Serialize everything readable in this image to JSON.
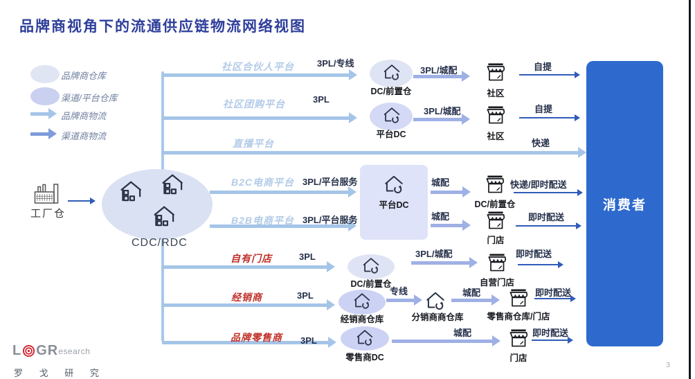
{
  "title": "品牌商视角下的流通供应链物流网络视图",
  "page_number": "3",
  "colors": {
    "title": "#2e3e9a",
    "brand_logistics_arrow": "#a5c5e8",
    "channel_logistics_arrow": "#7f9cdb",
    "direct_arrow": "#2f5cb8",
    "platform_label": "#b3cbe8",
    "store_channel_label": "#c03028",
    "consumer_bg": "#2e6ace",
    "brand_warehouse_fill": "#dfe5f2",
    "channel_warehouse_fill": "#c9d0f0"
  },
  "legend": {
    "items": [
      {
        "swatch": "brand-warehouse-ellipse",
        "label": "品牌商仓库"
      },
      {
        "swatch": "channel-warehouse-ellipse",
        "label": "渠道/平台仓库"
      },
      {
        "swatch": "brand-logistics-arrow",
        "label": "品牌商物流"
      },
      {
        "swatch": "channel-logistics-arrow",
        "label": "渠道商物流"
      }
    ]
  },
  "factory": {
    "label": "工厂仓"
  },
  "cdc": {
    "label": "CDC/RDC"
  },
  "consumer": {
    "label": "消费者"
  },
  "platform_dc_box": {
    "label": "平台DC"
  },
  "rows": {
    "r1": {
      "platform": "社区合伙人平台",
      "leg1": "3PL/专线",
      "node1": "DC/前置仓",
      "leg2": "3PL/城配",
      "node2": "社区",
      "leg3": "自提"
    },
    "r2": {
      "platform": "社区团购平台",
      "leg1": "3PL",
      "node1": "平台DC",
      "leg2": "3PL/城配",
      "node2": "社区",
      "leg3": "自提"
    },
    "r3": {
      "platform": "直播平台",
      "leg1": "快递"
    },
    "r4": {
      "platform": "B2C电商平台",
      "leg1": "3PL/平台服务",
      "leg2": "城配",
      "node2": "DC/前置仓",
      "leg3": "快递/即时配送"
    },
    "r5": {
      "platform": "B2B电商平台",
      "leg1": "3PL/平台服务",
      "leg2": "城配",
      "node2": "门店",
      "leg3": "即时配送"
    },
    "r6": {
      "platform": "自有门店",
      "leg1": "3PL",
      "node1": "DC/前置仓",
      "leg2": "3PL/城配",
      "node2": "自营门店",
      "leg3": "即时配送"
    },
    "r7": {
      "platform": "经销商",
      "leg1": "3PL",
      "node1": "经销商仓库",
      "leg2": "专线",
      "node2": "分销商商仓库",
      "leg3": "城配",
      "node3": "零售商仓库/门店",
      "leg4": "即时配送"
    },
    "r8": {
      "platform": "品牌零售商",
      "leg1": "3PL",
      "node1": "零售商DC",
      "leg2": "城配",
      "node2": "门店",
      "leg3": "即时配送"
    }
  },
  "logo": {
    "l": "L",
    "g": "G",
    "r": "R",
    "suffix": "esearch",
    "chinese": "罗 戈 研 究"
  }
}
